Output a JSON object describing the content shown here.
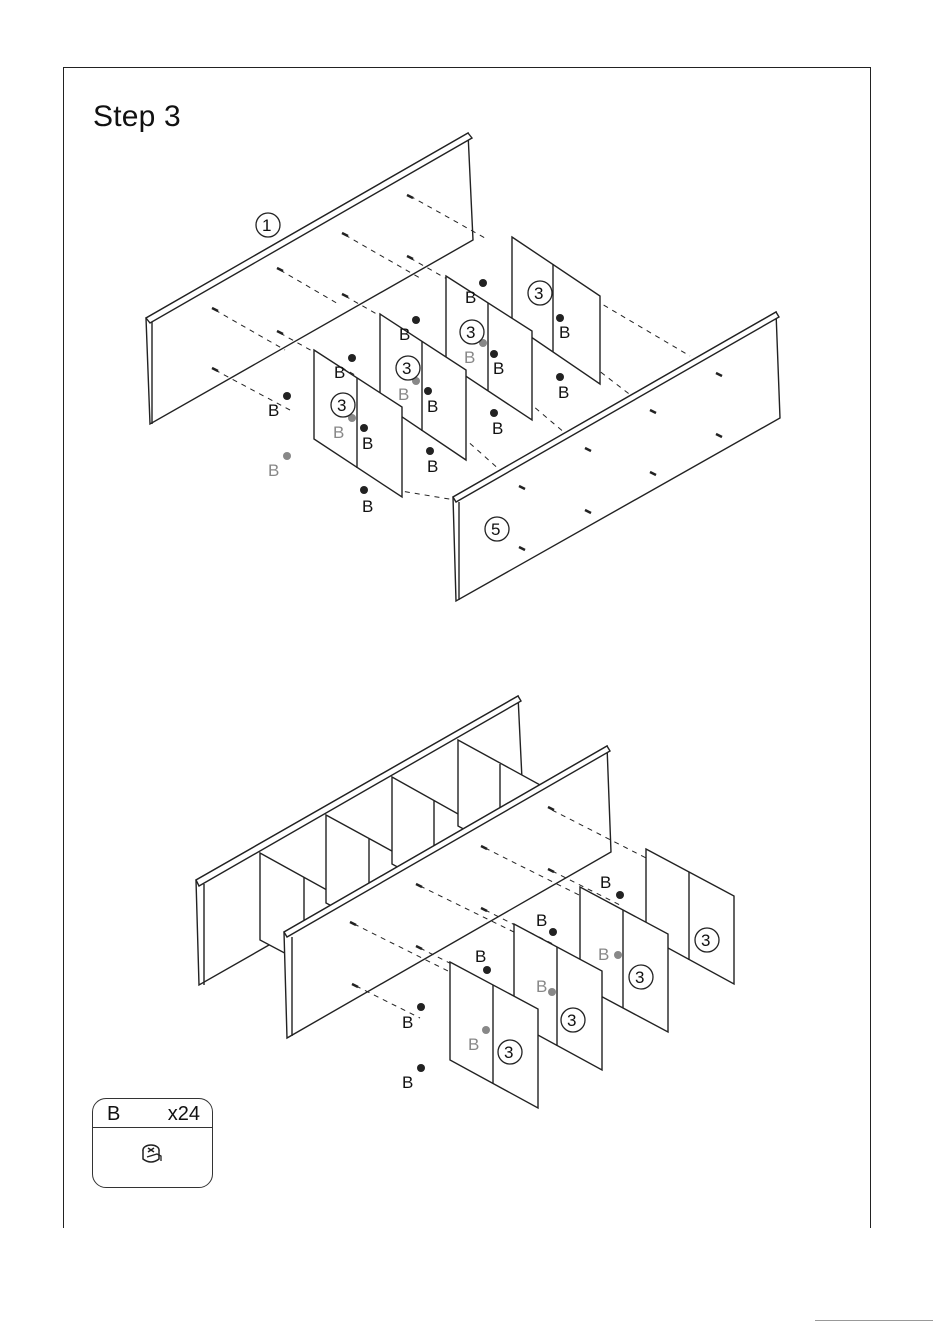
{
  "step_title": "Step 3",
  "labels": {
    "fastener": "B",
    "part_long_panel_top": "1",
    "part_long_panel_front": "5",
    "part_divider": "3"
  },
  "legend": {
    "letter": "B",
    "count": "x24",
    "icon": "cam-lock-fastener-icon"
  },
  "colors": {
    "line": "#222222",
    "faded": "#888888",
    "panel_fill": "#ffffff"
  }
}
